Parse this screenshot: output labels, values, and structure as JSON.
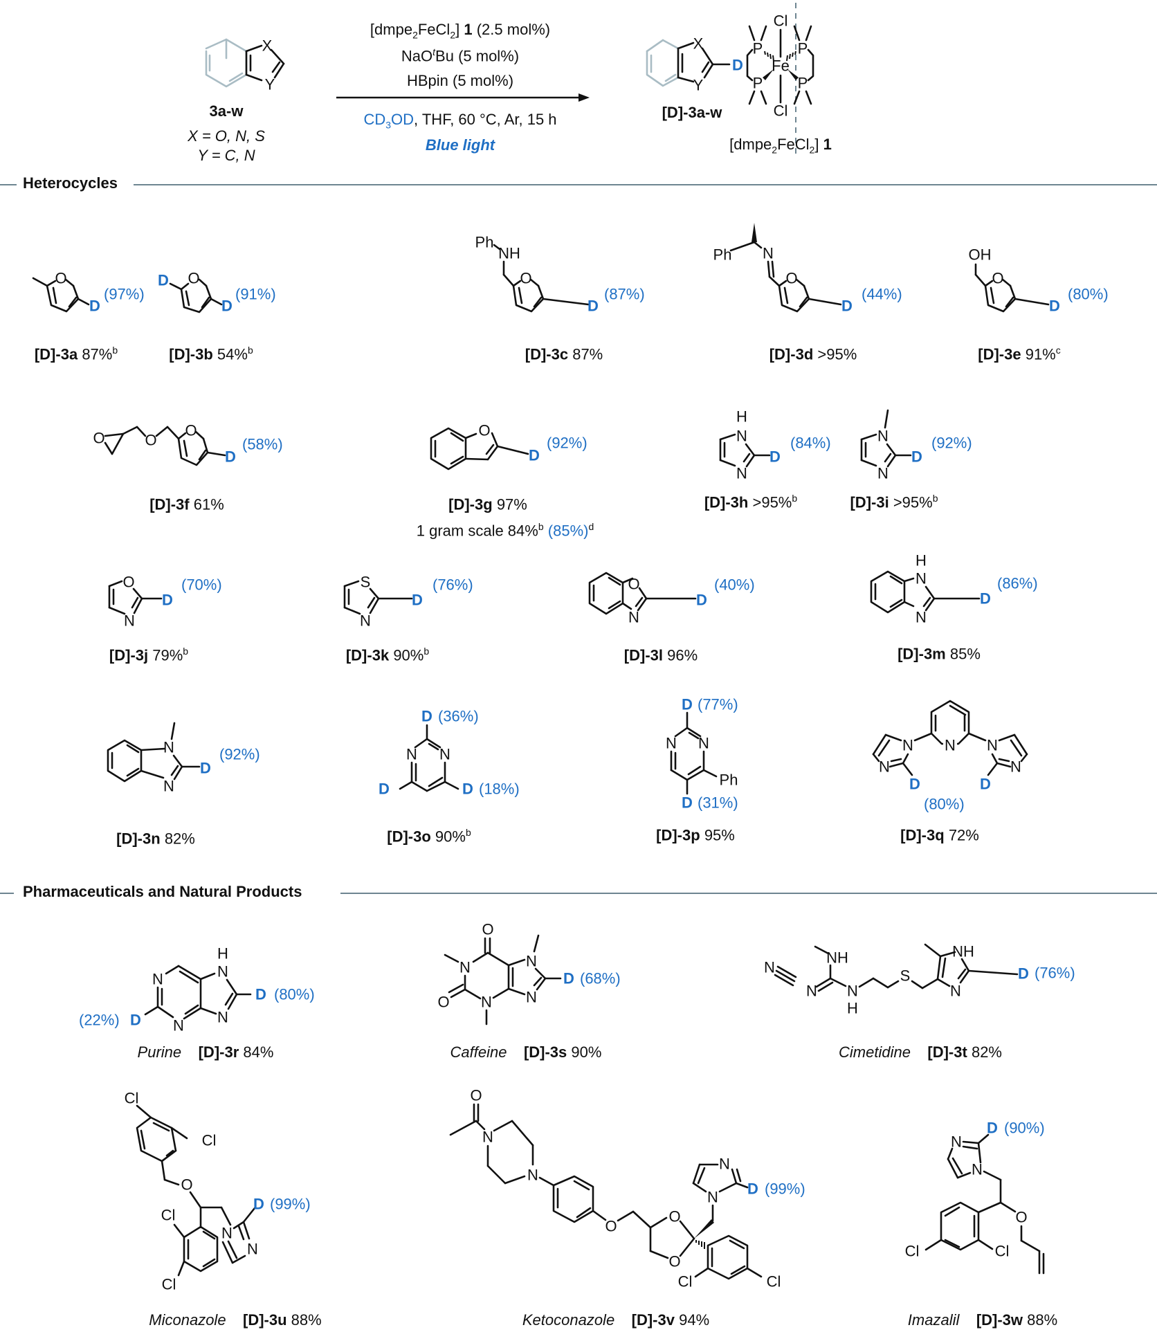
{
  "scheme": {
    "substrate": {
      "label": "3a-w",
      "x_def": "X = O, N, S",
      "y_def": "Y = C, N",
      "atom_x": "X",
      "atom_y": "Y"
    },
    "conditions": {
      "catalyst_pre": "[dmpe",
      "catalyst_sub2": "2",
      "catalyst_mid": "FeCl",
      "catalyst_sub2b": "2",
      "catalyst_post": "]",
      "catalyst_num": "1",
      "catalyst_loading": "(2.5 mol%)",
      "base": "NaO",
      "base_t": "t",
      "base_post": "Bu (5 mol%)",
      "additive": "HBpin (5 mol%)",
      "solvent_blue": "CD",
      "solvent_sub": "3",
      "solvent_blue2": "OD",
      "solvent_rest": ", THF, 60 °C, Ar, 15 h",
      "light": "Blue light"
    },
    "product": {
      "label": "[D]-3a-w",
      "d_atom": "D"
    },
    "catalyst": {
      "name_pre": "[dmpe",
      "name_sub": "2",
      "name_mid": "FeCl",
      "name_sub2": "2",
      "name_post": "]",
      "num": "1",
      "atoms": {
        "cl_top": "Cl",
        "cl_bottom": "Cl",
        "fe": "Fe",
        "p": "P"
      }
    }
  },
  "sections": {
    "heterocycles": "Heterocycles",
    "pharma": "Pharmaceuticals and Natural Products"
  },
  "compounds": [
    {
      "id": "3a",
      "prefix": "[D]-3a",
      "yield": "87%",
      "note": "b",
      "d_incorp": [
        "(97%)"
      ]
    },
    {
      "id": "3b",
      "prefix": "[D]-3b",
      "yield": "54%",
      "note": "b",
      "d_incorp": [
        "(91%)"
      ]
    },
    {
      "id": "3c",
      "prefix": "[D]-3c",
      "yield": "87%",
      "note": "",
      "d_incorp": [
        "(87%)"
      ]
    },
    {
      "id": "3d",
      "prefix": "[D]-3d",
      "yield": ">95%",
      "note": "",
      "d_incorp": [
        "(44%)"
      ]
    },
    {
      "id": "3e",
      "prefix": "[D]-3e",
      "yield": "91%",
      "note": "c",
      "d_incorp": [
        "(80%)"
      ]
    },
    {
      "id": "3f",
      "prefix": "[D]-3f",
      "yield": "61%",
      "note": "",
      "d_incorp": [
        "(58%)"
      ]
    },
    {
      "id": "3g",
      "prefix": "[D]-3g",
      "yield": "97%",
      "note": "",
      "d_incorp": [
        "(92%)"
      ],
      "extra": "1 gram scale 84%",
      "extra_note": "b",
      "extra_blue": "(85%)",
      "extra_note2": "d"
    },
    {
      "id": "3h",
      "prefix": "[D]-3h",
      "yield": ">95%",
      "note": "b",
      "d_incorp": [
        "(84%)"
      ]
    },
    {
      "id": "3i",
      "prefix": "[D]-3i",
      "yield": ">95%",
      "note": "b",
      "d_incorp": [
        "(92%)"
      ]
    },
    {
      "id": "3j",
      "prefix": "[D]-3j",
      "yield": "79%",
      "note": "b",
      "d_incorp": [
        "(70%)"
      ]
    },
    {
      "id": "3k",
      "prefix": "[D]-3k",
      "yield": "90%",
      "note": "b",
      "d_incorp": [
        "(76%)"
      ]
    },
    {
      "id": "3l",
      "prefix": "[D]-3l",
      "yield": "96%",
      "note": "",
      "d_incorp": [
        "(40%)"
      ]
    },
    {
      "id": "3m",
      "prefix": "[D]-3m",
      "yield": "85%",
      "note": "",
      "d_incorp": [
        "(86%)"
      ]
    },
    {
      "id": "3n",
      "prefix": "[D]-3n",
      "yield": "82%",
      "note": "",
      "d_incorp": [
        "(92%)"
      ]
    },
    {
      "id": "3o",
      "prefix": "[D]-3o",
      "yield": "90%",
      "note": "b",
      "d_incorp": [
        "(36%)",
        "(18%)"
      ]
    },
    {
      "id": "3p",
      "prefix": "[D]-3p",
      "yield": "95%",
      "note": "",
      "d_incorp": [
        "(77%)",
        "(31%)"
      ]
    },
    {
      "id": "3q",
      "prefix": "[D]-3q",
      "yield": "72%",
      "note": "",
      "d_incorp": [
        "(80%)"
      ]
    },
    {
      "id": "3r",
      "name": "Purine",
      "prefix": "[D]-3r",
      "yield": "84%",
      "note": "",
      "d_incorp": [
        "(80%)",
        "(22%)"
      ]
    },
    {
      "id": "3s",
      "name": "Caffeine",
      "prefix": "[D]-3s",
      "yield": "90%",
      "note": "",
      "d_incorp": [
        "(68%)"
      ]
    },
    {
      "id": "3t",
      "name": "Cimetidine",
      "prefix": "[D]-3t",
      "yield": "82%",
      "note": "",
      "d_incorp": [
        "(76%)"
      ]
    },
    {
      "id": "3u",
      "name": "Miconazole",
      "prefix": "[D]-3u",
      "yield": "88%",
      "note": "",
      "d_incorp": [
        "(99%)"
      ]
    },
    {
      "id": "3v",
      "name": "Ketoconazole",
      "prefix": "[D]-3v",
      "yield": "94%",
      "note": "",
      "d_incorp": [
        "(99%)"
      ]
    },
    {
      "id": "3w",
      "name": "Imazalil",
      "prefix": "[D]-3w",
      "yield": "88%",
      "note": "",
      "d_incorp": [
        "(90%)"
      ]
    }
  ],
  "atoms": {
    "O": "O",
    "N": "N",
    "S": "S",
    "H": "H",
    "D": "D",
    "Ph": "Ph",
    "NH": "NH",
    "OH": "OH",
    "Cl": "Cl"
  },
  "colors": {
    "accent_blue": "#1f6fc4",
    "rule_grey": "#6e8591",
    "benzo_grey": "#a9bcc4"
  }
}
